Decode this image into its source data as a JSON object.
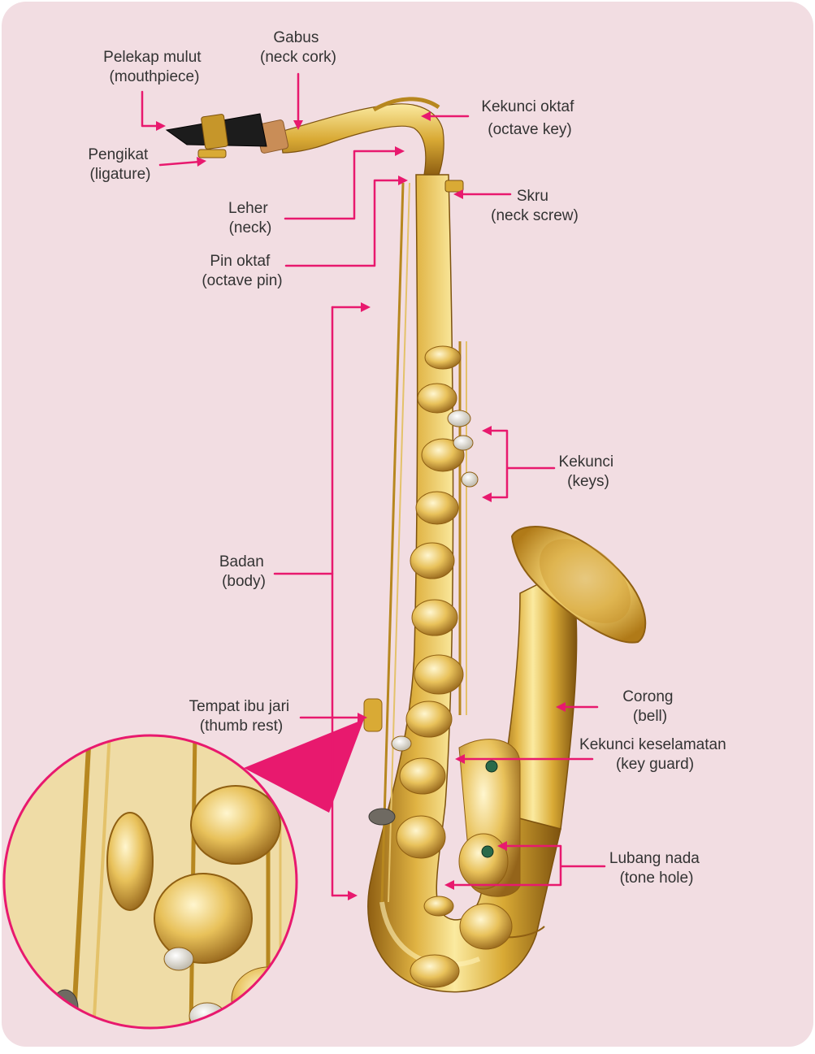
{
  "colors": {
    "background": "#f2dde2",
    "accent": "#e8196e",
    "brass_light": "#f6df8a",
    "brass_mid": "#d9aa35",
    "brass_dark": "#8f5f12",
    "pearl": "#ece7da",
    "text": "#333333"
  },
  "labels": {
    "mouthpiece": [
      "Pelekap mulut",
      "(mouthpiece)"
    ],
    "neck_cork": [
      "Gabus",
      "(neck cork)"
    ],
    "octave_key": [
      "Kekunci oktaf",
      "(octave key)"
    ],
    "ligature": [
      "Pengikat",
      "(ligature)"
    ],
    "neck": [
      "Leher",
      "(neck)"
    ],
    "neck_screw": [
      "Skru",
      "(neck screw)"
    ],
    "octave_pin": [
      "Pin oktaf",
      "(octave pin)"
    ],
    "keys": [
      "Kekunci",
      "(keys)"
    ],
    "body": [
      "Badan",
      "(body)"
    ],
    "bell": [
      "Corong",
      "(bell)"
    ],
    "thumb_rest": [
      "Tempat ibu jari",
      "(thumb rest)"
    ],
    "key_guard": [
      "Kekunci keselamatan",
      "(key guard)"
    ],
    "tone_hole": [
      "Lubang nada",
      "(tone hole)"
    ]
  }
}
